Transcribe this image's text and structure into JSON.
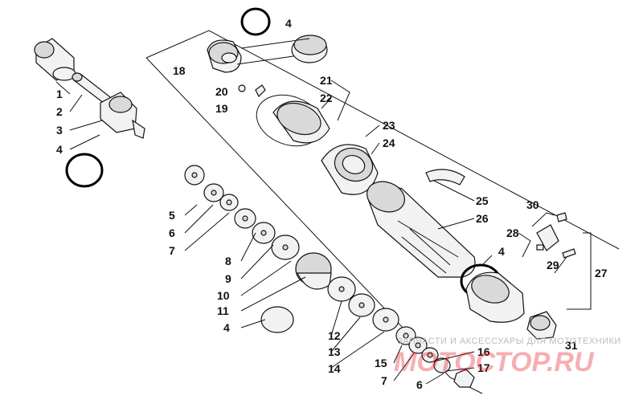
{
  "diagram": {
    "callouts": [
      {
        "id": "c1",
        "label": "1"
      },
      {
        "id": "c2",
        "label": "2"
      },
      {
        "id": "c3",
        "label": "3"
      },
      {
        "id": "c4a",
        "label": "4"
      },
      {
        "id": "c4b",
        "label": "4"
      },
      {
        "id": "c4c",
        "label": "4"
      },
      {
        "id": "c4d",
        "label": "4"
      },
      {
        "id": "c5",
        "label": "5"
      },
      {
        "id": "c6a",
        "label": "6"
      },
      {
        "id": "c6b",
        "label": "6"
      },
      {
        "id": "c7a",
        "label": "7"
      },
      {
        "id": "c7b",
        "label": "7"
      },
      {
        "id": "c8",
        "label": "8"
      },
      {
        "id": "c9",
        "label": "9"
      },
      {
        "id": "c10",
        "label": "10"
      },
      {
        "id": "c11",
        "label": "11"
      },
      {
        "id": "c12",
        "label": "12"
      },
      {
        "id": "c13",
        "label": "13"
      },
      {
        "id": "c14",
        "label": "14"
      },
      {
        "id": "c15",
        "label": "15"
      },
      {
        "id": "c16",
        "label": "16"
      },
      {
        "id": "c17",
        "label": "17"
      },
      {
        "id": "c18",
        "label": "18"
      },
      {
        "id": "c19",
        "label": "19"
      },
      {
        "id": "c20",
        "label": "20"
      },
      {
        "id": "c21",
        "label": "21"
      },
      {
        "id": "c22",
        "label": "22"
      },
      {
        "id": "c23",
        "label": "23"
      },
      {
        "id": "c24",
        "label": "24"
      },
      {
        "id": "c25",
        "label": "25"
      },
      {
        "id": "c26",
        "label": "26"
      },
      {
        "id": "c27",
        "label": "27"
      },
      {
        "id": "c28",
        "label": "28"
      },
      {
        "id": "c29",
        "label": "29"
      },
      {
        "id": "c30",
        "label": "30"
      },
      {
        "id": "c31",
        "label": "31"
      }
    ]
  },
  "watermark": {
    "tagline": "ЗАПЧАСТИ И АКСЕССУАРЫ ДЛЯ МОТОТЕХНИКИ",
    "logo": "МОТОСТОР.RU"
  }
}
